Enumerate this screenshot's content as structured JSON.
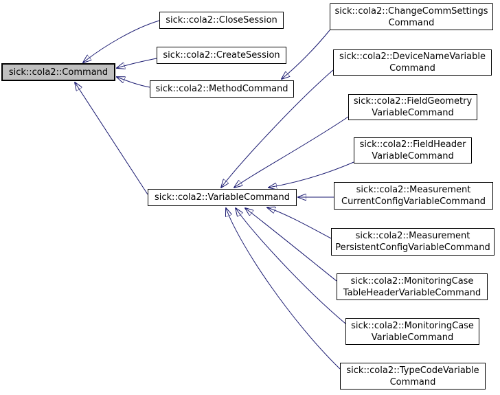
{
  "diagram": {
    "type": "class-inheritance-graph",
    "colors": {
      "background": "#ffffff",
      "arrow": "#191970",
      "node_border": "#000000",
      "node_fill": "#ffffff",
      "highlight_fill": "#c0c0c0"
    },
    "nodes": [
      {
        "id": "command",
        "label": "sick::cola2::Command",
        "highlighted": true
      },
      {
        "id": "close-session",
        "label": "sick::cola2::CloseSession",
        "highlighted": false
      },
      {
        "id": "create-session",
        "label": "sick::cola2::CreateSession",
        "highlighted": false
      },
      {
        "id": "method-command",
        "label": "sick::cola2::MethodCommand",
        "highlighted": false
      },
      {
        "id": "variable-command",
        "label": "sick::cola2::VariableCommand",
        "highlighted": false
      },
      {
        "id": "change-comm-settings-command",
        "label": "sick::cola2::ChangeCommSettings\nCommand",
        "highlighted": false
      },
      {
        "id": "device-name-variable-command",
        "label": "sick::cola2::DeviceNameVariable\nCommand",
        "highlighted": false
      },
      {
        "id": "field-geometry-variable-command",
        "label": "sick::cola2::FieldGeometry\nVariableCommand",
        "highlighted": false
      },
      {
        "id": "field-header-variable-command",
        "label": "sick::cola2::FieldHeader\nVariableCommand",
        "highlighted": false
      },
      {
        "id": "measurement-current-config-variable-command",
        "label": "sick::cola2::Measurement\nCurrentConfigVariableCommand",
        "highlighted": false
      },
      {
        "id": "measurement-persistent-config-variable-command",
        "label": "sick::cola2::Measurement\nPersistentConfigVariableCommand",
        "highlighted": false
      },
      {
        "id": "monitoring-case-table-header-variable-command",
        "label": "sick::cola2::MonitoringCase\nTableHeaderVariableCommand",
        "highlighted": false
      },
      {
        "id": "monitoring-case-variable-command",
        "label": "sick::cola2::MonitoringCase\nVariableCommand",
        "highlighted": false
      },
      {
        "id": "type-code-variable-command",
        "label": "sick::cola2::TypeCodeVariable\nCommand",
        "highlighted": false
      }
    ],
    "edges": [
      {
        "from": "close-session",
        "to": "command"
      },
      {
        "from": "create-session",
        "to": "command"
      },
      {
        "from": "method-command",
        "to": "command"
      },
      {
        "from": "variable-command",
        "to": "command"
      },
      {
        "from": "change-comm-settings-command",
        "to": "method-command"
      },
      {
        "from": "device-name-variable-command",
        "to": "variable-command"
      },
      {
        "from": "field-geometry-variable-command",
        "to": "variable-command"
      },
      {
        "from": "field-header-variable-command",
        "to": "variable-command"
      },
      {
        "from": "measurement-current-config-variable-command",
        "to": "variable-command"
      },
      {
        "from": "measurement-persistent-config-variable-command",
        "to": "variable-command"
      },
      {
        "from": "monitoring-case-table-header-variable-command",
        "to": "variable-command"
      },
      {
        "from": "monitoring-case-variable-command",
        "to": "variable-command"
      },
      {
        "from": "type-code-variable-command",
        "to": "variable-command"
      }
    ]
  }
}
